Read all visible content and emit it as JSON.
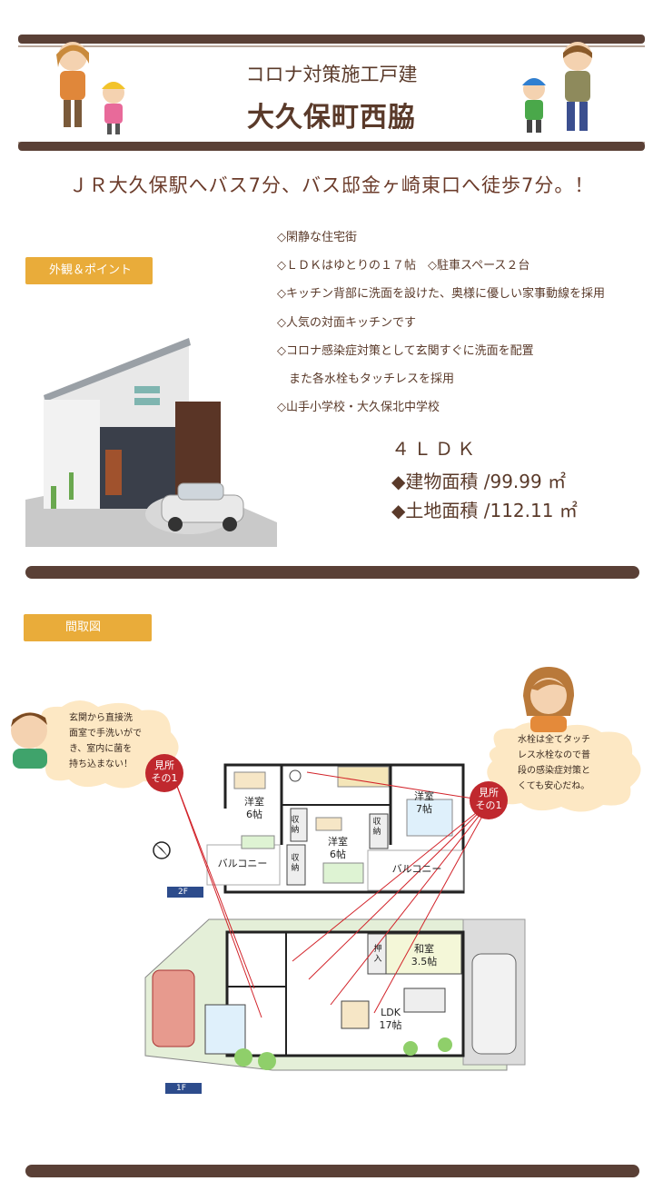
{
  "header": {
    "subtitle": "コロナ対策施工戸建",
    "title": "大久保町西脇"
  },
  "headline": "ＪＲ大久保駅へバス7分、バス邸金ヶ崎東口へ徒歩7分。！",
  "section_exterior": {
    "label": "外観＆ポイント",
    "points": [
      "◇閑静な住宅街",
      "◇ＬＤＫはゆとりの１７帖　◇駐車スペース２台",
      "◇キッチン背部に洗面を設けた、奥様に優しい家事動線を採用",
      "◇人気の対面キッチンです",
      "◇コロナ感染症対策として玄関すぐに洗面を配置",
      "　また各水栓もタッチレスを採用",
      "◇山手小学校・大久保北中学校"
    ],
    "layout": "４ＬＤＫ",
    "building_area": "◆建物面積 /99.99 ㎡",
    "land_area": "◆土地面積 /112.11 ㎡"
  },
  "section_floorplan": {
    "label": "間取図",
    "bubble_left": [
      "玄関から直接洗",
      "面室で手洗いがで",
      "き、室内に菌を",
      "持ち込まない！"
    ],
    "bubble_right": [
      "水栓は全てタッチ",
      "レス水栓なので普",
      "段の感染症対策と",
      "くても安心だね。"
    ],
    "badge_left": [
      "見所",
      "その1"
    ],
    "badge_right": [
      "見所",
      "その1"
    ],
    "floor2": {
      "label": "2F",
      "room_a": [
        "洋室",
        "6帖"
      ],
      "room_b": [
        "洋室",
        "6帖"
      ],
      "room_c": [
        "洋室",
        "7帖"
      ],
      "storage": "収納",
      "balcony": "バルコニー"
    },
    "floor1": {
      "label": "1F",
      "washitsu": [
        "和室",
        "3.5帖"
      ],
      "ldk": [
        "LDK",
        "17帖"
      ],
      "oshiire": "押入"
    }
  },
  "colors": {
    "accent": "#e9ac3a",
    "bar": "#5a4036",
    "text": "#5a3a2a",
    "badge": "#c0282e"
  }
}
